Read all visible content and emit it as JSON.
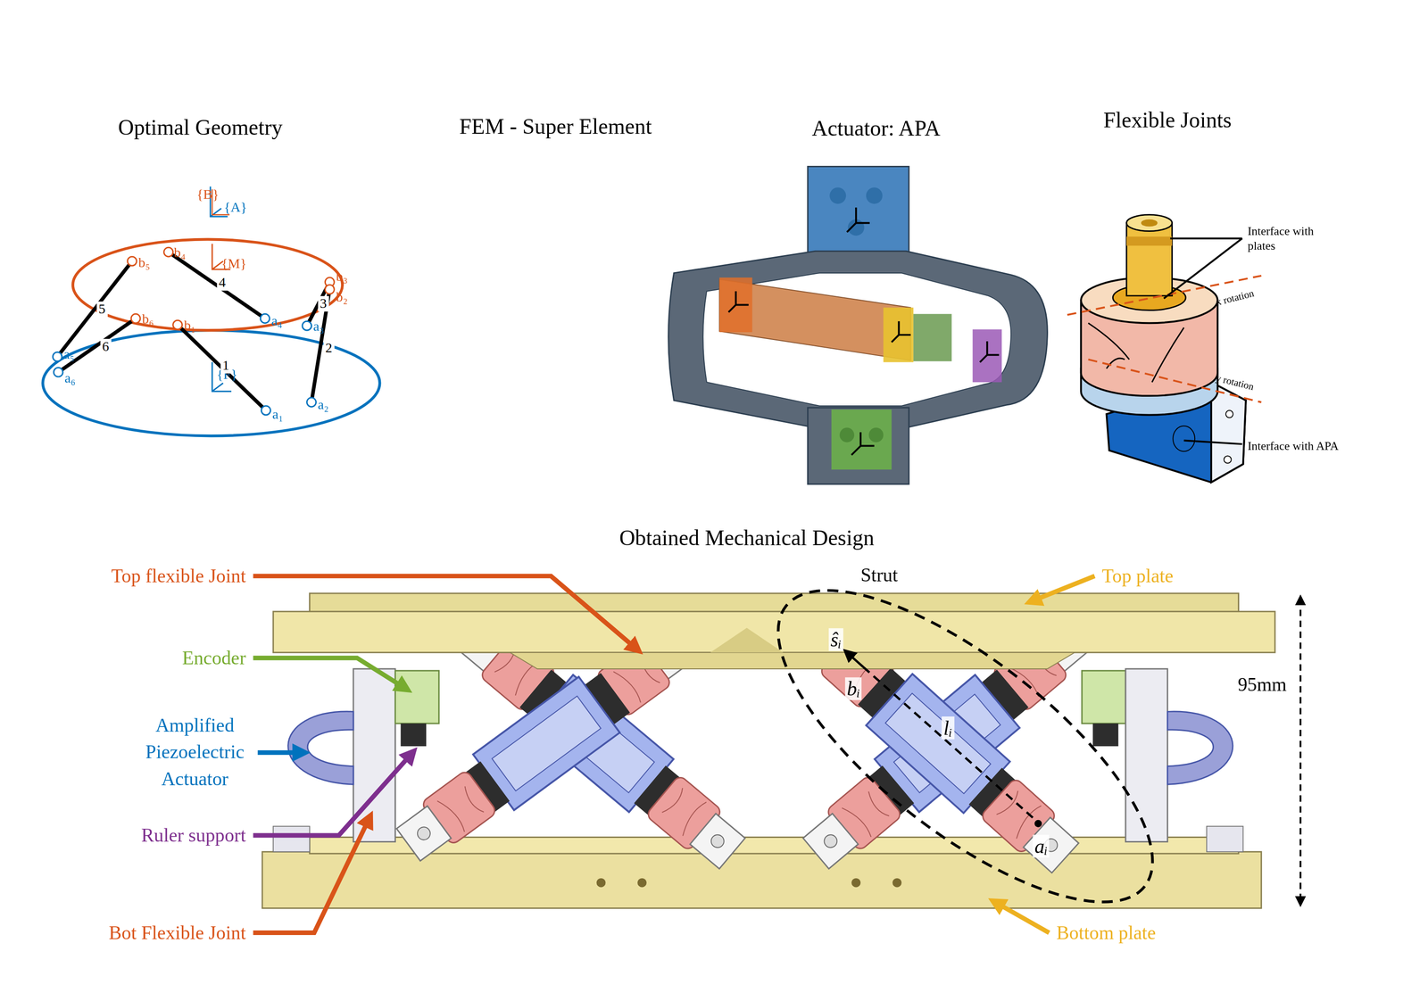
{
  "diagram": {
    "nodes": [
      {
        "text": [
          "Strut"
        ]
      }
    ],
    "labels": [
      "Optimal Geometry",
      "FEM - Super Element",
      "Actuator: APA",
      "Flexible Joints",
      "{B}",
      "{A}",
      "{M}",
      "{F}",
      "b₅",
      "b₄",
      "b₃",
      "b₂",
      "b₆",
      "b₁",
      "a₅",
      "a₆",
      "a₄",
      "a₃",
      "a₁",
      "a₂",
      "1",
      "2",
      "3",
      "4",
      "5",
      "6",
      "Interface with plates",
      "x rotation",
      "y rotation",
      "Interface with APA",
      "Obtained Mechanical Design",
      "Top flexible Joint",
      "Encoder",
      "Amplified Piezoelectric Actuator",
      "Ruler support",
      "Bot Flexible Joint",
      "Top plate",
      "Bottom plate",
      "95mm",
      "ŝᵢ",
      "bᵢ",
      "lᵢ",
      "aᵢ"
    ]
  }
}
